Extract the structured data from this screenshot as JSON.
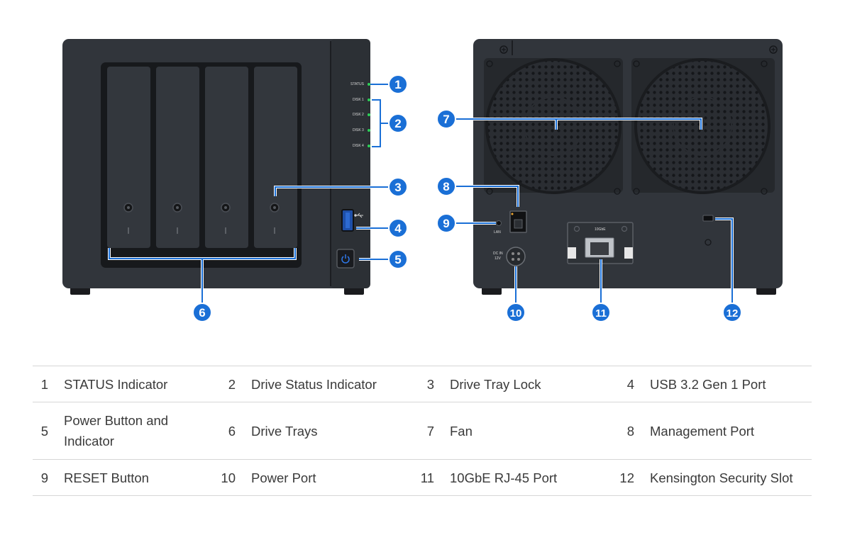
{
  "colors": {
    "callout": "#1a6fd6",
    "device_body": "#31353b",
    "device_dark": "#1e2024",
    "led": "#2fd35a",
    "leader_line": "#1a6fd6"
  },
  "front_panel_labels": {
    "status": "STATUS",
    "disk1": "DISK 1",
    "disk2": "DISK 2",
    "disk3": "DISK 3",
    "disk4": "DISK 4"
  },
  "rear_panel_labels": {
    "lan": "LAN",
    "dc_in": "DC IN",
    "volt": "12V",
    "card_label": "10GbE"
  },
  "icons": {
    "usb": "usb-symbol-icon",
    "power": "power-icon",
    "fan": "fan-icon",
    "lock": "kensington-slot-icon"
  },
  "callouts": [
    "1",
    "2",
    "3",
    "4",
    "5",
    "6",
    "7",
    "8",
    "9",
    "10",
    "11",
    "12"
  ],
  "legend": {
    "rows": [
      [
        {
          "num": "1",
          "label": "STATUS Indicator"
        },
        {
          "num": "2",
          "label": "Drive Status Indicator"
        },
        {
          "num": "3",
          "label": "Drive Tray Lock"
        },
        {
          "num": "4",
          "label": "USB 3.2 Gen 1 Port"
        }
      ],
      [
        {
          "num": "5",
          "label": "Power Button and Indicator"
        },
        {
          "num": "6",
          "label": "Drive Trays"
        },
        {
          "num": "7",
          "label": "Fan"
        },
        {
          "num": "8",
          "label": "Management Port"
        }
      ],
      [
        {
          "num": "9",
          "label": "RESET Button"
        },
        {
          "num": "10",
          "label": "Power Port"
        },
        {
          "num": "11",
          "label": "10GbE RJ-45 Port"
        },
        {
          "num": "12",
          "label": "Kensington Security Slot"
        }
      ]
    ]
  }
}
